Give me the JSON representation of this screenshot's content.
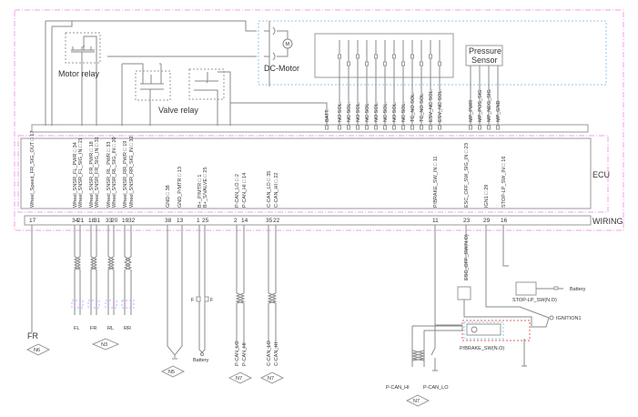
{
  "components": {
    "motor_relay": "Motor relay",
    "valve_relay": "Valve relay",
    "dc_motor": "DC-Motor",
    "motor_symbol": "M",
    "pressure_sensor": [
      "Pressure",
      "Sensor"
    ]
  },
  "hcu_pins": [
    "BATT.",
    "NO SOL.",
    "NC SOL.",
    "NO SOL.",
    "NC SOL.",
    "NO SOL.",
    "NC SOL.",
    "NO SOL.",
    "NC SOL.",
    "TC_NO SOL.",
    "TC_NO SOL.",
    "ESV_NC SOL.",
    "ESV_NC SOL."
  ],
  "sensor_pins": [
    "MP_PWR",
    "MP_POS_SIG",
    "MP_NEG_SIG",
    "MP_GND"
  ],
  "ecu": {
    "label": "ECU",
    "signals": [
      {
        "name": "Wheel_Speed_FR_SIG_OUT",
        "pin": "17"
      },
      {
        "name": "Wheel_SNSR_FL_PWR",
        "pin": "34"
      },
      {
        "name": "Wheel_SNSR_FL_SIG_IN",
        "pin": "21"
      },
      {
        "name": "Wheel_SNSR_FR_PWR",
        "pin": "18"
      },
      {
        "name": "Wheel_SNSR_FR_SIG_IN",
        "pin": "31"
      },
      {
        "name": "Wheel_SNSR_RL_PWR",
        "pin": "33"
      },
      {
        "name": "Wheel_SNSR_RL_SIG_IN",
        "pin": "20"
      },
      {
        "name": "Wheel_SNSR_RR_PWR",
        "pin": "19"
      },
      {
        "name": "Wheel_SNSR_RR_SIG_IN",
        "pin": "32"
      },
      {
        "name": "GND",
        "pin": "38"
      },
      {
        "name": "GND_P/MTR",
        "pin": "13"
      },
      {
        "name": "B+_P/MTR",
        "pin": "1"
      },
      {
        "name": "B+_S/VALVE",
        "pin": "25"
      },
      {
        "name": "P-CAN_LO",
        "pin": "2"
      },
      {
        "name": "P-CAN_HI",
        "pin": "14"
      },
      {
        "name": "C-CAN_LO",
        "pin": "35"
      },
      {
        "name": "C-CAN_HI",
        "pin": "22"
      },
      {
        "name": "P/BRAKE_SW_IN",
        "pin": "11"
      },
      {
        "name": "ESC_OFF_SW_SIG_IN",
        "pin": "23"
      },
      {
        "name": "IGN1",
        "pin": "29"
      },
      {
        "name": "STOP-LP_SW_IN",
        "pin": "16"
      }
    ]
  },
  "wiring": {
    "label": "WIRING",
    "pins": [
      "17",
      "34",
      "21",
      "18",
      "31",
      "33",
      "20",
      "19",
      "32",
      "38",
      "13",
      "1",
      "25",
      "2",
      "14",
      "35",
      "22",
      "11",
      "23",
      "29",
      "16"
    ]
  },
  "wheel_sensors": [
    "FL",
    "FR",
    "RL",
    "RR"
  ],
  "fr_output": "FR",
  "fuse_label": "F",
  "battery": "Battery",
  "can": {
    "p_can_lo": "P-CAN_LO",
    "p_can_hi": "P-CAN_HI",
    "c_can_lo": "C-CAN_LO",
    "c_can_hi": "C-CAN_HI"
  },
  "switches": {
    "esc_off": "ESC_OFF_SW(N.O)",
    "stop_lp": "STOP-LP_SW(N.O)",
    "p_brake": "P/BRAKE_SW(N.O)",
    "ignition": "IGNITION1",
    "battery": "Battery"
  },
  "connectors": {
    "n6": "N6",
    "n3": "N3",
    "n5": "N5",
    "n7_a": "N7",
    "n7_b": "N7",
    "n7_c": "N7"
  },
  "colors": {
    "wire": "#8a8a8a",
    "module_border": "#f0a0e8",
    "sub_border": "#90c8e8",
    "red_dash": "#e06060"
  }
}
